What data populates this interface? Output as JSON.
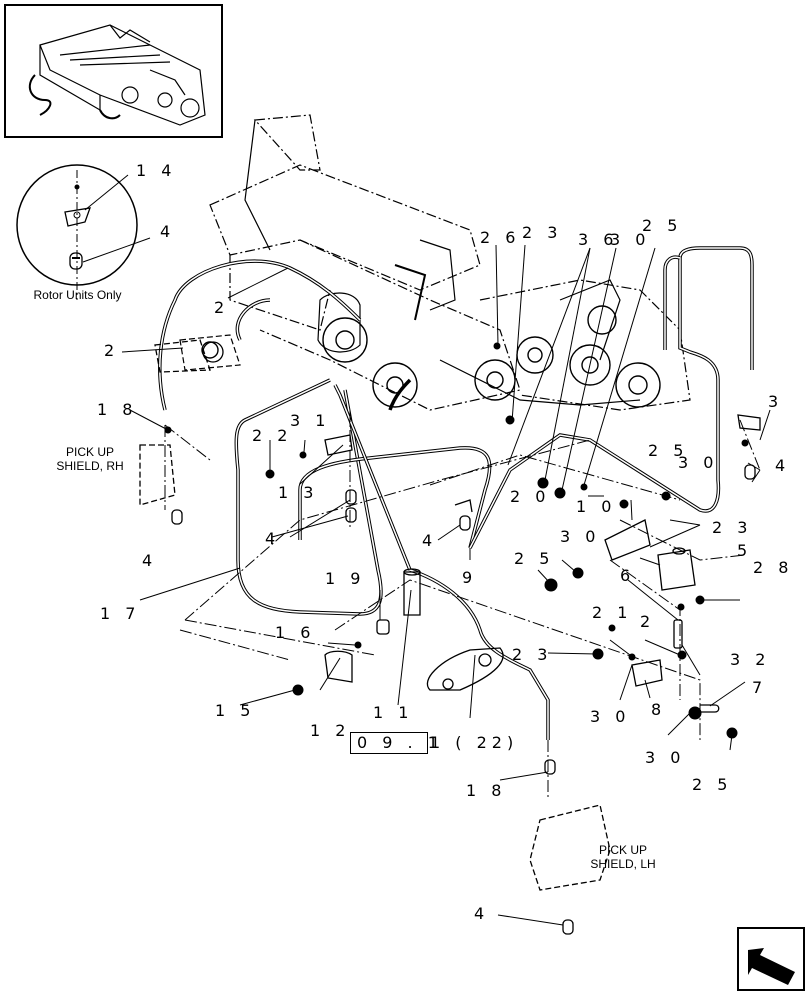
{
  "callouts": {
    "c14": "1 4",
    "c4_inset": "4",
    "c2_top": "2",
    "c2_left": "2",
    "c18_rh": "1 8",
    "c22": "2 2",
    "c31": "3 1",
    "c13": "1 3",
    "c4_mid": "4",
    "c4_rh": "4",
    "c17": "1 7",
    "c19": "1 9",
    "c16": "1 6",
    "c15": "1 5",
    "c12": "1 2",
    "c11": "1 1",
    "c26": "2 6",
    "c23_top": "2 3",
    "c36": "3 6",
    "c30_top": "3 0",
    "c25_top": "2 5",
    "c3": "3",
    "c4_right": "4",
    "c25_mid": "2 5",
    "c30_mid": "3 0",
    "c20": "2 0",
    "c10": "1 0",
    "c23_right": "2 3",
    "c4_9": "4",
    "c9": "9",
    "c30_low": "3 0",
    "c25_low": "2 5",
    "c5": "5",
    "c6": "6",
    "c28": "2 8",
    "c21": "2 1",
    "c2_low": "2",
    "c23_low": "2 3",
    "c32": "3 2",
    "c7": "7",
    "c30_bottom": "3 0",
    "c8": "8",
    "c30_br": "3 0",
    "c25_br": "2 5",
    "c18_lh": "1 8",
    "c4_bottom": "4"
  },
  "notes": {
    "rotor_units": "Rotor Units Only",
    "pickup_rh": "PICK UP\nSHIELD, RH",
    "pickup_lh": "PICK UP\nSHIELD, LH"
  },
  "reference": {
    "box_text": "0 9 . 1",
    "suffix_text": "1 ( 22)"
  },
  "icons": [
    "nav-arrow-icon"
  ]
}
